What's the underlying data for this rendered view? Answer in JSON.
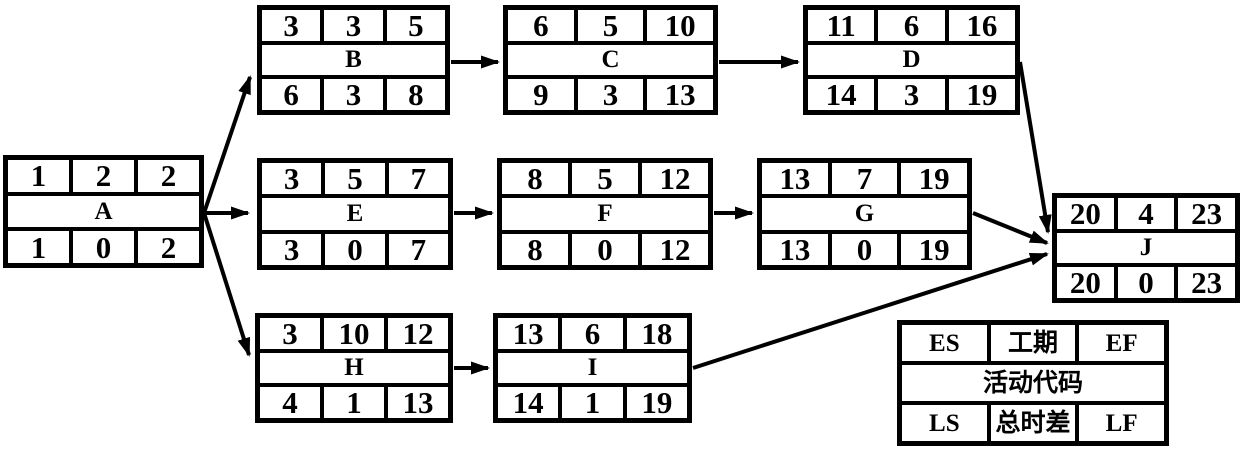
{
  "diagram": {
    "description": "Activity-on-node precedence network diagram",
    "nodes": [
      {
        "id": "A",
        "es": "1",
        "dur": "2",
        "ef": "2",
        "code": "A",
        "ls": "1",
        "tf": "0",
        "lf": "2"
      },
      {
        "id": "B",
        "es": "3",
        "dur": "3",
        "ef": "5",
        "code": "B",
        "ls": "6",
        "tf": "3",
        "lf": "8"
      },
      {
        "id": "C",
        "es": "6",
        "dur": "5",
        "ef": "10",
        "code": "C",
        "ls": "9",
        "tf": "3",
        "lf": "13"
      },
      {
        "id": "D",
        "es": "11",
        "dur": "6",
        "ef": "16",
        "code": "D",
        "ls": "14",
        "tf": "3",
        "lf": "19"
      },
      {
        "id": "E",
        "es": "3",
        "dur": "5",
        "ef": "7",
        "code": "E",
        "ls": "3",
        "tf": "0",
        "lf": "7"
      },
      {
        "id": "F",
        "es": "8",
        "dur": "5",
        "ef": "12",
        "code": "F",
        "ls": "8",
        "tf": "0",
        "lf": "12"
      },
      {
        "id": "G",
        "es": "13",
        "dur": "7",
        "ef": "19",
        "code": "G",
        "ls": "13",
        "tf": "0",
        "lf": "19"
      },
      {
        "id": "H",
        "es": "3",
        "dur": "10",
        "ef": "12",
        "code": "H",
        "ls": "4",
        "tf": "1",
        "lf": "13"
      },
      {
        "id": "I",
        "es": "13",
        "dur": "6",
        "ef": "18",
        "code": "I",
        "ls": "14",
        "tf": "1",
        "lf": "19"
      },
      {
        "id": "J",
        "es": "20",
        "dur": "4",
        "ef": "23",
        "code": "J",
        "ls": "20",
        "tf": "0",
        "lf": "23"
      }
    ],
    "connections": [
      "A→B",
      "A→E",
      "A→H",
      "B→C",
      "C→D",
      "E→F",
      "F→G",
      "H→I",
      "D→J",
      "G→J",
      "I→J"
    ],
    "legend": {
      "es": "ES",
      "dur": "工期",
      "ef": "EF",
      "code": "活动代码",
      "ls": "LS",
      "tf": "总时差",
      "lf": "LF"
    }
  },
  "colors": {
    "line": "#000000",
    "background": "#ffffff"
  }
}
